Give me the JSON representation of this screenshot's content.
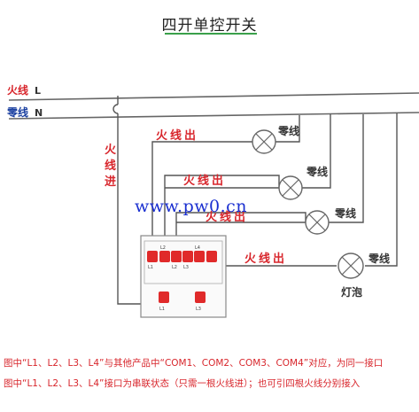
{
  "title": "四开单控开关",
  "lines": {
    "live_label": "火线",
    "live_letter": "L",
    "neutral_label": "零线",
    "neutral_letter": "N",
    "live_feed": [
      "火",
      "线",
      "进"
    ]
  },
  "outputs": [
    {
      "label": "火线出",
      "neutral": "零线"
    },
    {
      "label": "火线出",
      "neutral": "零线"
    },
    {
      "label": "火线出",
      "neutral": "零线"
    },
    {
      "label": "火线出",
      "neutral": "零线"
    }
  ],
  "bulb_label": "灯泡",
  "switch": {
    "terminals": [
      "L1",
      "L2",
      "L2",
      "L3",
      "L4"
    ],
    "bottom": [
      "L1",
      "L3"
    ]
  },
  "watermark": "www.pw0.cn",
  "notes": [
    "图中“L1、L2、L3、L4”与其他产品中“COM1、COM2、COM3、COM4”对应，为同一接口",
    "图中“L1、L2、L3、L4”接口为串联状态（只需一根火线进）；也可引四根火线分别接入"
  ],
  "colors": {
    "wire": "#555555",
    "label_red": "#d8262c",
    "terminal": "#e02a2a"
  }
}
